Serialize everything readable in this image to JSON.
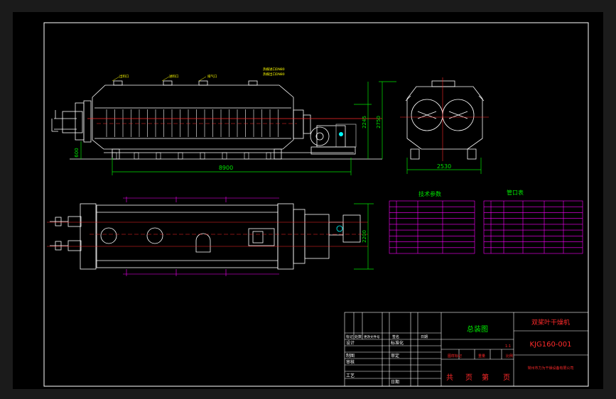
{
  "drawing": {
    "dimensions": {
      "overall_length": "8900",
      "width_end_view": "2530",
      "height_outer": "2750",
      "height_inner": "2245",
      "plan_width": "2200",
      "base_height": "600"
    },
    "top_callouts": [
      "出料口",
      "进料口",
      "排气口"
    ],
    "heat_medium_notes": [
      "热媒进口DN80",
      "热媒出口DN80"
    ],
    "tables": {
      "tech_params_title": "技术参数",
      "nozzle_table_title": "管口表"
    },
    "title_block": {
      "drawing_name": "总装图",
      "product_name": "双桨叶干燥机",
      "drawing_number": "KJG160-001",
      "company": "常州市力为干燥设备有限公司",
      "pages": [
        "共",
        "页",
        "第",
        "页"
      ],
      "stage_header": "图样标记",
      "weight_header": "重量",
      "scale_header": "比例",
      "scale_value": "1:1",
      "col_headers": [
        "标记",
        "处数",
        "更改文件号",
        "签名",
        "日期"
      ],
      "row_labels": [
        "设计",
        "制图",
        "审核",
        "工艺"
      ],
      "mid_labels": [
        "标准化",
        "审定",
        "日期"
      ]
    },
    "colors": {
      "background": "#000000",
      "frame": "#ffffff",
      "outline": "#ffffff",
      "centerline": "#ff2a2a",
      "dimension": "#00e600",
      "label": "#ffff00",
      "table": "#ff00ff",
      "accent": "#00ffff"
    }
  }
}
